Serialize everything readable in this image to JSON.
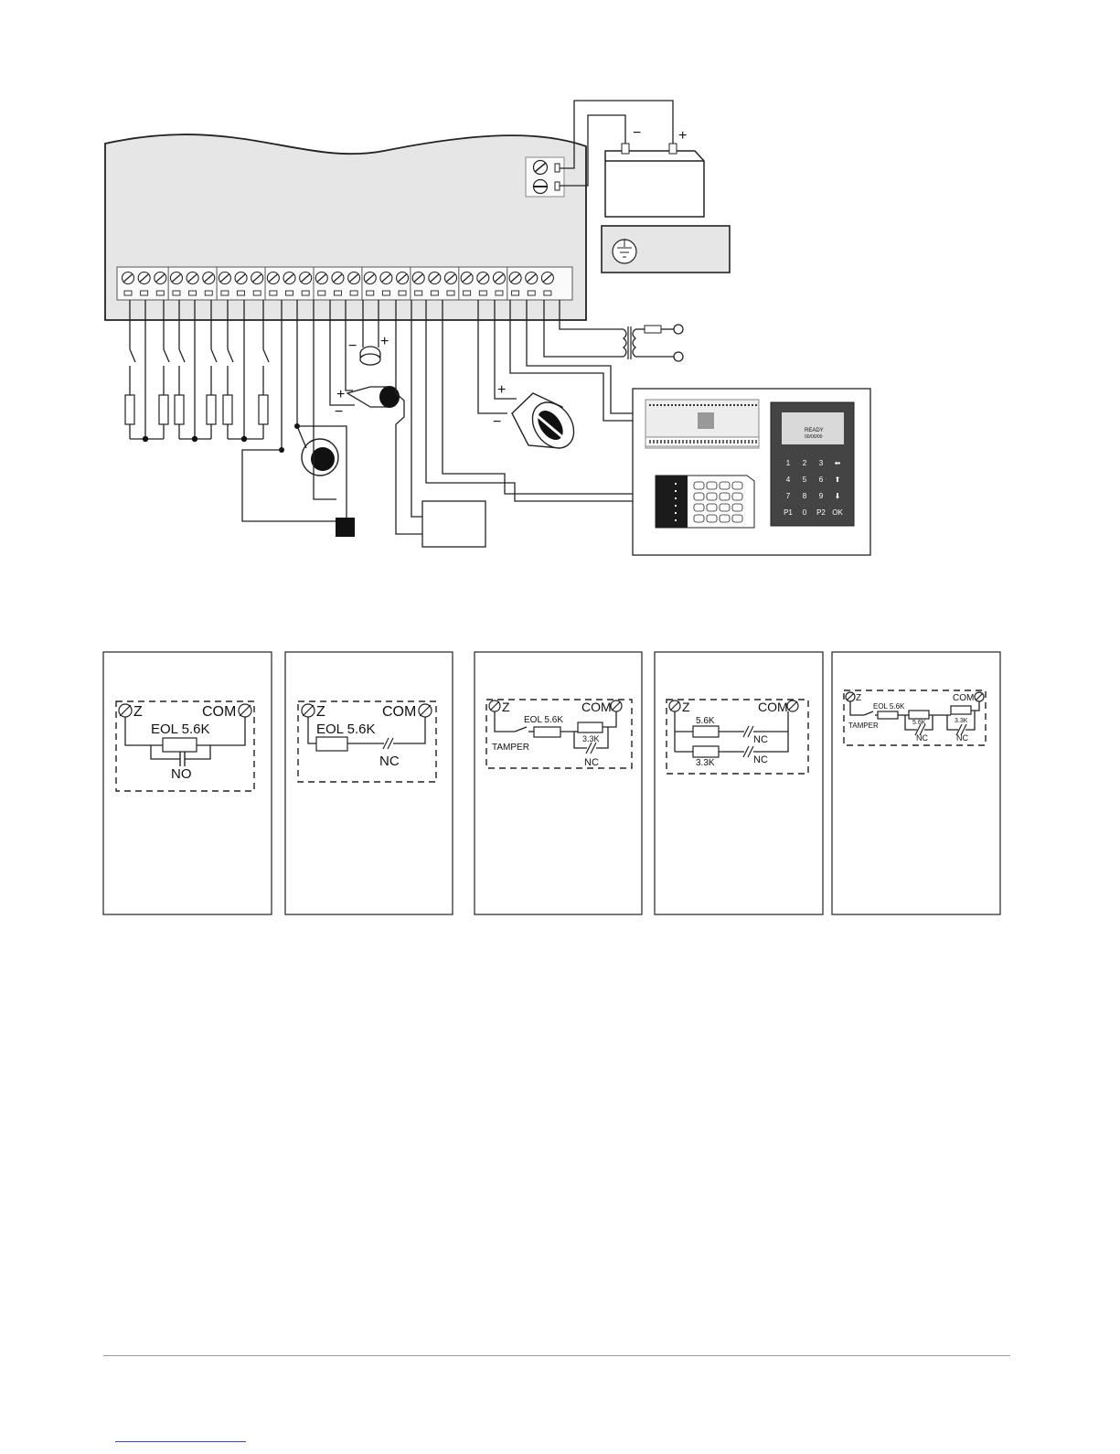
{
  "battery": {
    "minus": "−",
    "plus": "+"
  },
  "siren": {
    "minus": "−",
    "plus": "+"
  },
  "strobe": {
    "minus": "−",
    "plus": "+"
  },
  "buzzer": {
    "minus": "−",
    "plus": "+"
  },
  "keypad_lcd": {
    "display_line1": "READY",
    "display_line2": "00/00/00",
    "keys": [
      "1",
      "2",
      "3",
      "⬅",
      "4",
      "5",
      "6",
      "⬆",
      "7",
      "8",
      "9",
      "⬇",
      "P1",
      "0",
      "P2",
      "OK"
    ]
  },
  "zone_diagrams": [
    {
      "id": "eol-no",
      "zone_label": "Z",
      "com_label": "COM",
      "resistor_label": "EOL 5.6K",
      "contact_label": "NO"
    },
    {
      "id": "eol-nc",
      "zone_label": "Z",
      "com_label": "COM",
      "resistor_label": "EOL 5.6K",
      "contact_label": "NC"
    },
    {
      "id": "tamper-eol",
      "zone_label": "Z",
      "com_label": "COM",
      "resistor_label": "EOL 5.6K",
      "resistor2_label": "3.3K",
      "contact_label": "NC",
      "tamper_label": "TAMPER"
    },
    {
      "id": "double-zone",
      "zone_label": "Z",
      "com_label": "COM",
      "resistor_label": "5.6K",
      "resistor2_label": "3.3K",
      "contact_label": "NC",
      "contact2_label": "NC"
    },
    {
      "id": "tamper-double",
      "zone_label": "Z",
      "com_label": "COM",
      "resistor_label": "EOL 5.6K",
      "resistor2_label": "5.6K",
      "resistor3_label": "3.3K",
      "contact_label": "NC",
      "contact2_label": "NC",
      "tamper_label": "TAMPER"
    }
  ]
}
